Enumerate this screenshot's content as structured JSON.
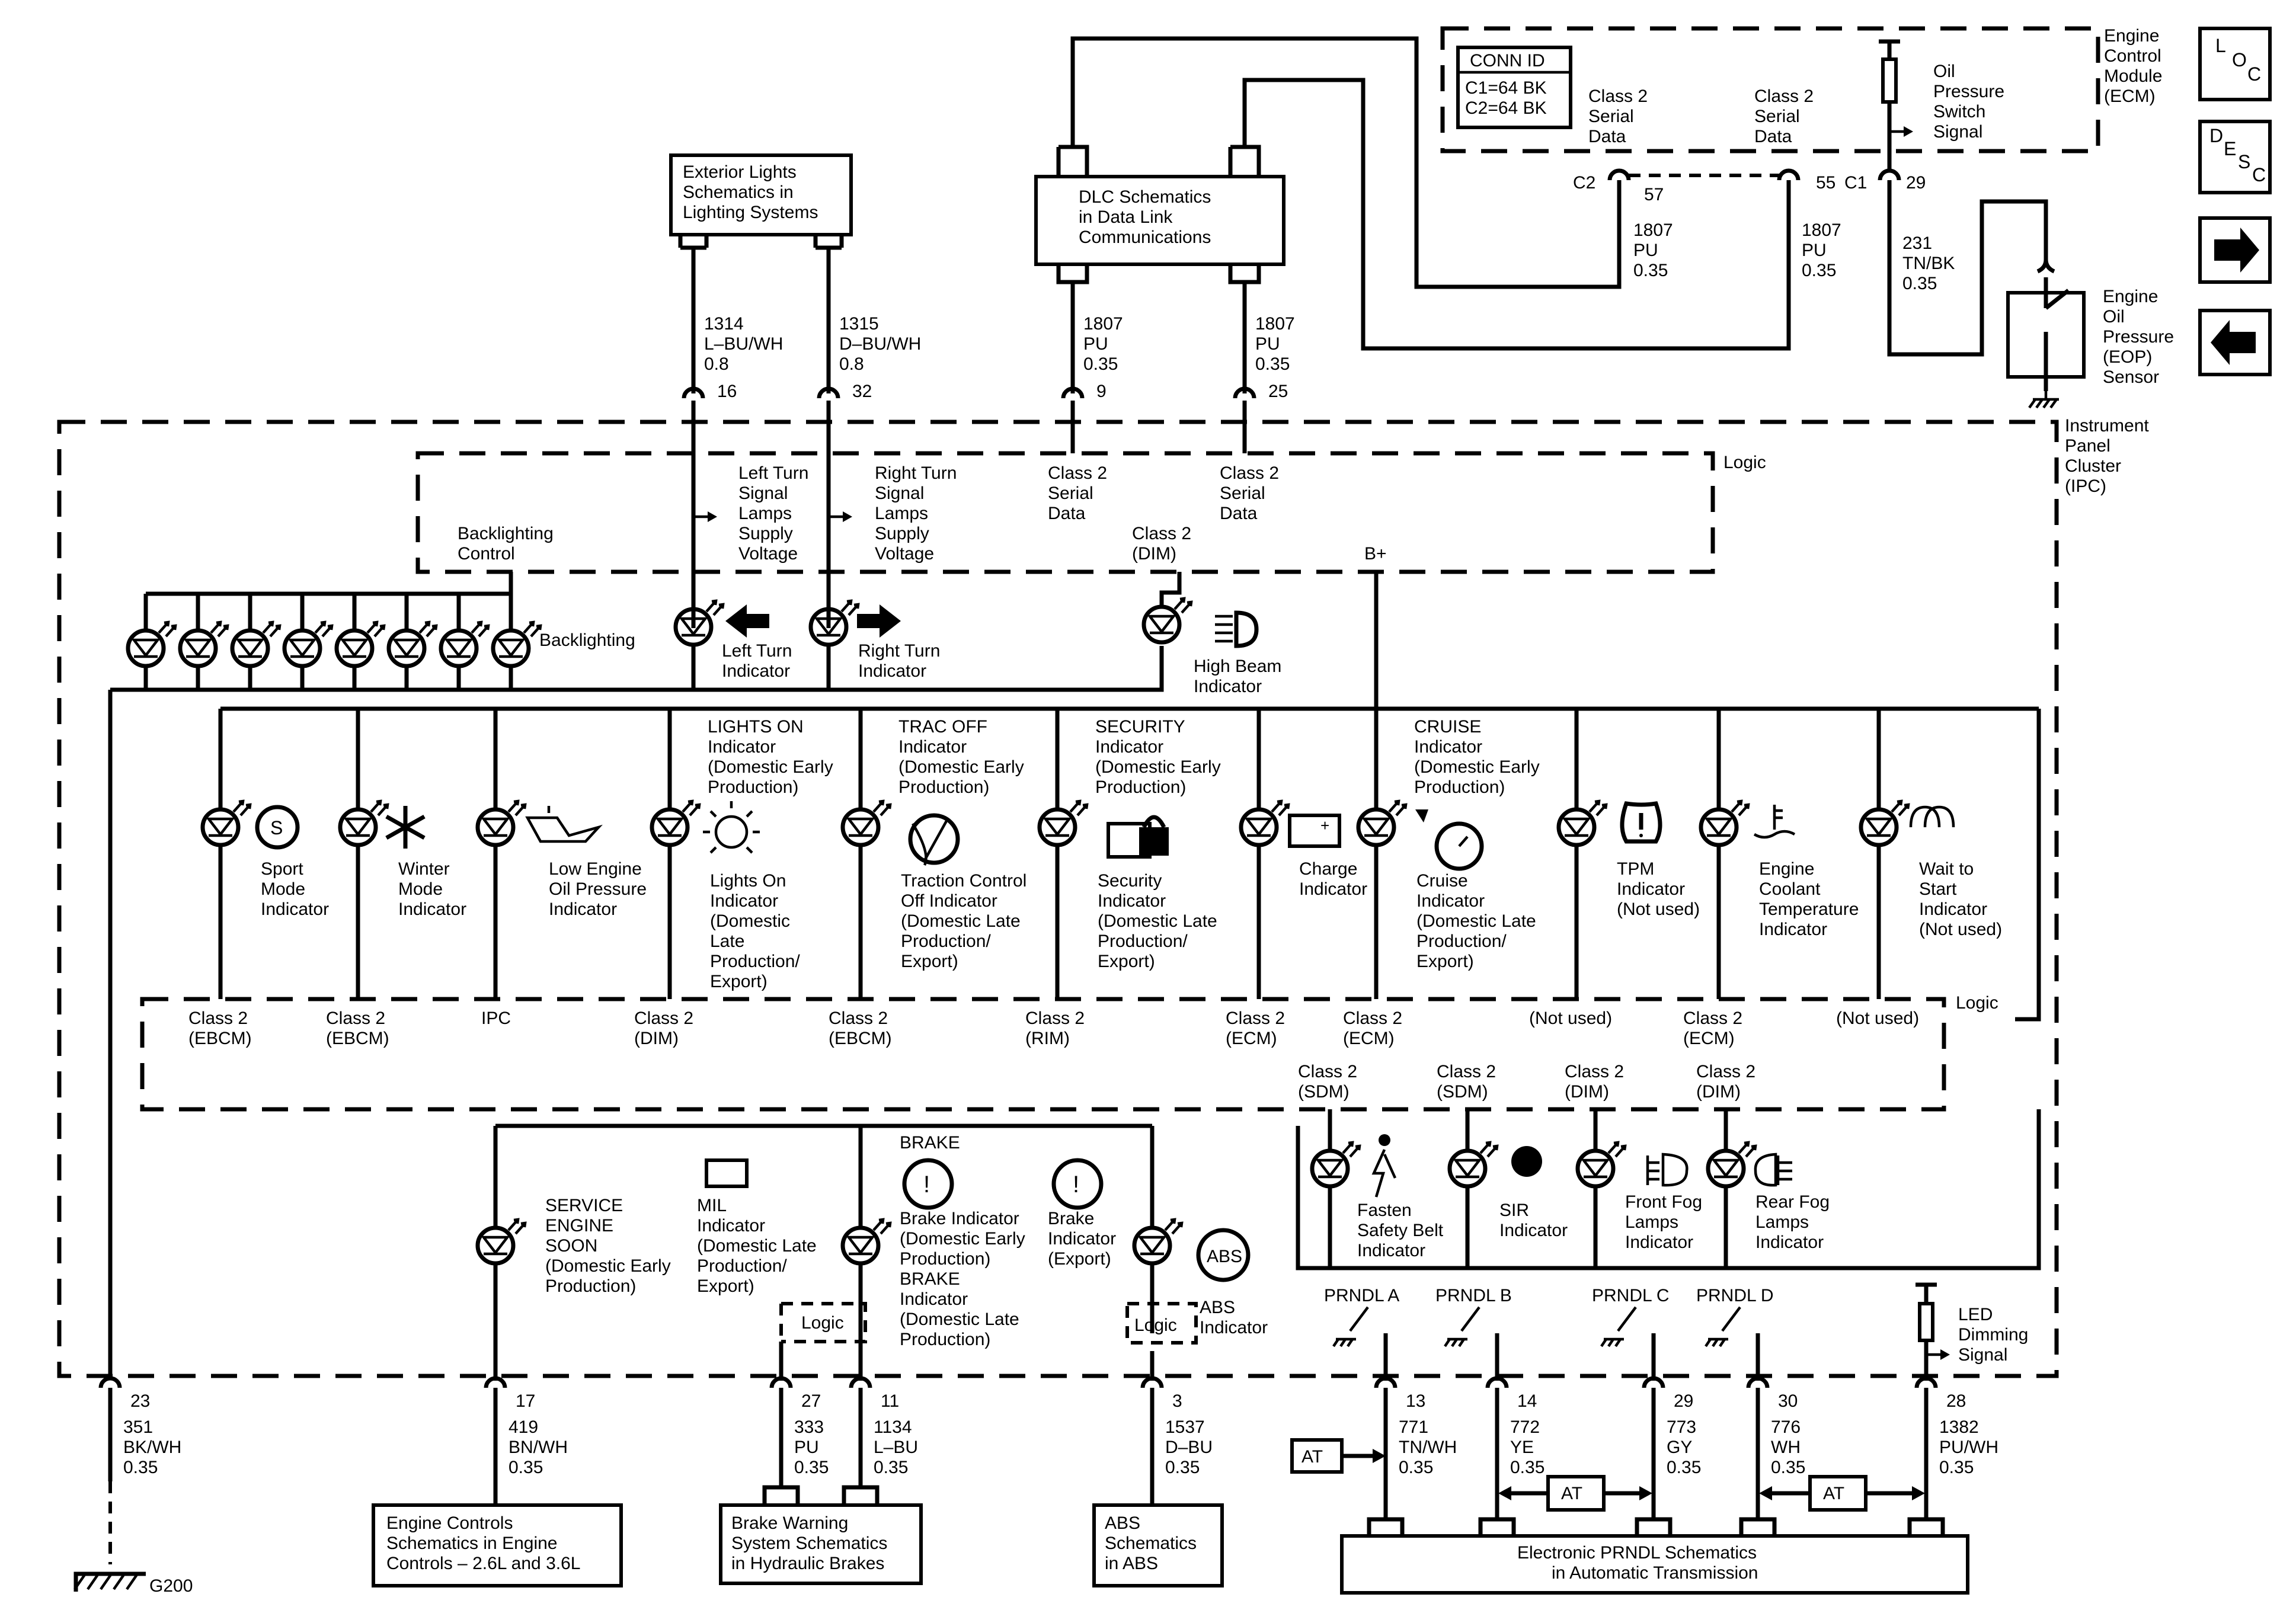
{
  "nav": {
    "loc": [
      "L",
      "O",
      "C"
    ],
    "desc": [
      "D",
      "E",
      "S",
      "C"
    ]
  },
  "modules": {
    "ecm": [
      "Engine",
      "Control",
      "Module",
      "(ECM)"
    ],
    "ipc": [
      "Instrument",
      "Panel",
      "Cluster",
      "(IPC)"
    ],
    "conn_id": [
      "CONN ID",
      "C1=64 BK",
      "C2=64 BK"
    ],
    "ecm_c2": "C2",
    "ecm_c1": "C1",
    "ecm_serial1": [
      "Class 2",
      "Serial",
      "Data"
    ],
    "ecm_serial2": [
      "Class 2",
      "Serial",
      "Data"
    ],
    "oil_switch": [
      "Oil",
      "Pressure",
      "Switch",
      "Signal"
    ],
    "eop_sensor": [
      "Engine",
      "Oil",
      "Pressure",
      "(EOP)",
      "Sensor"
    ],
    "ecm_wire1": [
      "1807",
      "PU",
      "0.35"
    ],
    "ecm_wire2": [
      "1807",
      "PU",
      "0.35"
    ],
    "ecm_wire3": [
      "231",
      "TN/BK",
      "0.35"
    ],
    "ecm_pin57": "57",
    "ecm_pin55": "55",
    "ecm_pin29": "29"
  },
  "ref_boxes": {
    "exterior": [
      "Exterior Lights",
      "Schematics in",
      "Lighting Systems"
    ],
    "dlc": [
      "DLC Schematics",
      "in Data Link",
      "Communications"
    ],
    "engine_controls": [
      "Engine Controls",
      "Schematics in Engine",
      "Controls – 2.6L and 3.6L"
    ],
    "brake_warning": [
      "Brake Warning",
      "System Schematics",
      "in Hydraulic Brakes"
    ],
    "abs": [
      "ABS",
      "Schematics",
      "in ABS"
    ],
    "prndl": [
      "Electronic PRNDL Schematics",
      "in Automatic Transmission"
    ]
  },
  "top_wires": [
    {
      "circuit": [
        "1314",
        "L–BU/WH",
        "0.8"
      ],
      "pin": "16"
    },
    {
      "circuit": [
        "1315",
        "D–BU/WH",
        "0.8"
      ],
      "pin": "32"
    },
    {
      "circuit": [
        "1807",
        "PU",
        "0.35"
      ],
      "pin": "9"
    },
    {
      "circuit": [
        "1807",
        "PU",
        "0.35"
      ],
      "pin": "25"
    }
  ],
  "logic_top": {
    "label": "Logic",
    "backlighting_control": [
      "Backlighting",
      "Control"
    ],
    "left_supply": [
      "Left Turn",
      "Signal",
      "Lamps",
      "Supply",
      "Voltage"
    ],
    "right_supply": [
      "Right Turn",
      "Signal",
      "Lamps",
      "Supply",
      "Voltage"
    ],
    "serial1": [
      "Class 2",
      "Serial",
      "Data"
    ],
    "serial2": [
      "Class 2",
      "Serial",
      "Data"
    ],
    "class2_dim": [
      "Class 2",
      "(DIM)"
    ],
    "bplus": "B+"
  },
  "backlighting": "Backlighting",
  "turn": {
    "left": [
      "Left Turn",
      "Indicator"
    ],
    "right": [
      "Right Turn",
      "Indicator"
    ]
  },
  "high_beam": [
    "High Beam",
    "Indicator"
  ],
  "indicators_mid": [
    {
      "above": [],
      "below": [
        "Sport",
        "Mode",
        "Indicator"
      ]
    },
    {
      "above": [],
      "below": [
        "Winter",
        "Mode",
        "Indicator"
      ]
    },
    {
      "above": [],
      "below": [
        "Low Engine",
        "Oil Pressure",
        "Indicator"
      ]
    },
    {
      "above": [
        "LIGHTS ON",
        "Indicator",
        "(Domestic Early",
        "Production)"
      ],
      "below": [
        "Lights On",
        "Indicator",
        "(Domestic",
        "Late",
        "Production/",
        "Export)"
      ]
    },
    {
      "above": [
        "TRAC OFF",
        "Indicator",
        "(Domestic Early",
        "Production)"
      ],
      "below": [
        "Traction Control",
        "Off Indicator",
        "(Domestic Late",
        "Production/",
        "Export)"
      ]
    },
    {
      "above": [
        "SECURITY",
        "Indicator",
        "(Domestic Early",
        "Production)"
      ],
      "below": [
        "Security",
        "Indicator",
        "(Domestic Late",
        "Production/",
        "Export)"
      ]
    },
    {
      "above": [],
      "below": [
        "Charge",
        "Indicator"
      ]
    },
    {
      "above": [
        "CRUISE",
        "Indicator",
        "(Domestic Early",
        "Production)"
      ],
      "below": [
        "Cruise",
        "Indicator",
        "(Domestic Late",
        "Production/",
        "Export)"
      ]
    },
    {
      "above": [],
      "below": [
        "TPM",
        "Indicator",
        "(Not used)"
      ]
    },
    {
      "above": [],
      "below": [
        "Engine",
        "Coolant",
        "Temperature",
        "Indicator"
      ]
    },
    {
      "above": [],
      "below": [
        "Wait to",
        "Start",
        "Indicator",
        "(Not used)"
      ]
    }
  ],
  "logic_mid": {
    "label": "Logic",
    "sources": [
      [
        "Class 2",
        "(EBCM)"
      ],
      [
        "Class 2",
        "(EBCM)"
      ],
      [
        "IPC"
      ],
      [
        "Class 2",
        "(DIM)"
      ],
      [
        "Class 2",
        "(EBCM)"
      ],
      [
        "Class 2",
        "(RIM)"
      ],
      [
        "Class 2",
        "(ECM)"
      ],
      [
        "Class 2",
        "(ECM)"
      ],
      [
        "(Not used)"
      ],
      [
        "Class 2",
        "(ECM)"
      ],
      [
        "(Not used)"
      ]
    ],
    "lower_sources": [
      [
        "Class 2",
        "(SDM)"
      ],
      [
        "Class 2",
        "(SDM)"
      ],
      [
        "Class 2",
        "(DIM)"
      ],
      [
        "Class 2",
        "(DIM)"
      ]
    ]
  },
  "indicators_low": {
    "seatbelt": [
      "Fasten",
      "Safety Belt",
      "Indicator"
    ],
    "sir": [
      "SIR",
      "Indicator"
    ],
    "front_fog": [
      "Front Fog",
      "Lamps",
      "Indicator"
    ],
    "rear_fog": [
      "Rear Fog",
      "Lamps",
      "Indicator"
    ],
    "service": [
      "SERVICE",
      "ENGINE",
      "SOON",
      "(Domestic Early",
      "Production)"
    ],
    "mil": [
      "MIL",
      "Indicator",
      "(Domestic Late",
      "Production/",
      "Export)"
    ],
    "brake_title": "BRAKE",
    "brake_ind": [
      "Brake Indicator",
      "(Domestic Early",
      "Production)",
      "BRAKE",
      "Indicator",
      "(Domestic Late",
      "Production)"
    ],
    "brake_export": [
      "Brake",
      "Indicator",
      "(Export)"
    ],
    "abs_ind": [
      "ABS",
      "Indicator"
    ],
    "abs_icon": "ABS",
    "logic": "Logic",
    "led_dimming": [
      "LED",
      "Dimming",
      "Signal"
    ]
  },
  "prndl_labels": [
    "PRNDL A",
    "PRNDL B",
    "PRNDL C",
    "PRNDL D"
  ],
  "at_label": "AT",
  "bottom_wires": [
    {
      "pin": "23",
      "circuit": [
        "351",
        "BK/WH",
        "0.35"
      ]
    },
    {
      "pin": "17",
      "circuit": [
        "419",
        "BN/WH",
        "0.35"
      ]
    },
    {
      "pin": "27",
      "circuit": [
        "333",
        "PU",
        "0.35"
      ]
    },
    {
      "pin": "11",
      "circuit": [
        "1134",
        "L–BU",
        "0.35"
      ]
    },
    {
      "pin": "3",
      "circuit": [
        "1537",
        "D–BU",
        "0.35"
      ]
    },
    {
      "pin": "13",
      "circuit": [
        "771",
        "TN/WH",
        "0.35"
      ]
    },
    {
      "pin": "14",
      "circuit": [
        "772",
        "YE",
        "0.35"
      ]
    },
    {
      "pin": "29",
      "circuit": [
        "773",
        "GY",
        "0.35"
      ]
    },
    {
      "pin": "30",
      "circuit": [
        "776",
        "WH",
        "0.35"
      ]
    },
    {
      "pin": "28",
      "circuit": [
        "1382",
        "PU/WH",
        "0.35"
      ]
    }
  ],
  "ground": "G200"
}
